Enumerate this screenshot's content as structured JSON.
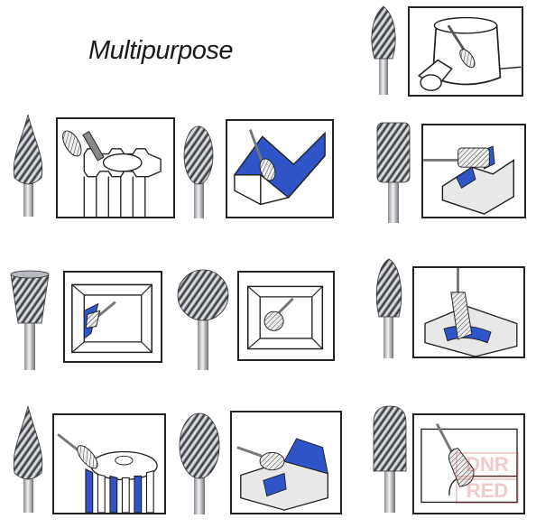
{
  "title": "Multipurpose",
  "watermark": {
    "line1": "DNR",
    "line2": "RED"
  },
  "colors": {
    "blue": "#2f55c8",
    "metal_dark": "#4a4d52",
    "metal_light": "#d7dade",
    "line": "#222222"
  },
  "items": [
    {
      "shape": "flame-burr",
      "scene": "cylinder-deburring"
    },
    {
      "shape": "tree-pointed-burr",
      "scene": "gear-teeth"
    },
    {
      "shape": "oval-burr",
      "scene": "corner-blue-plate"
    },
    {
      "shape": "cylinder-burr",
      "scene": "slot-blue-block"
    },
    {
      "shape": "inverted-cone-burr",
      "scene": "frame-inner-corner"
    },
    {
      "shape": "ball-burr",
      "scene": "frame-ball-corner"
    },
    {
      "shape": "flame-burr",
      "scene": "groove-blue-channel"
    },
    {
      "shape": "tree-pointed-burr",
      "scene": "gear-teeth-blue"
    },
    {
      "shape": "oval-burr",
      "scene": "slot-blue-step"
    },
    {
      "shape": "round-nose-cylinder-burr",
      "scene": "radius-deburring"
    }
  ]
}
